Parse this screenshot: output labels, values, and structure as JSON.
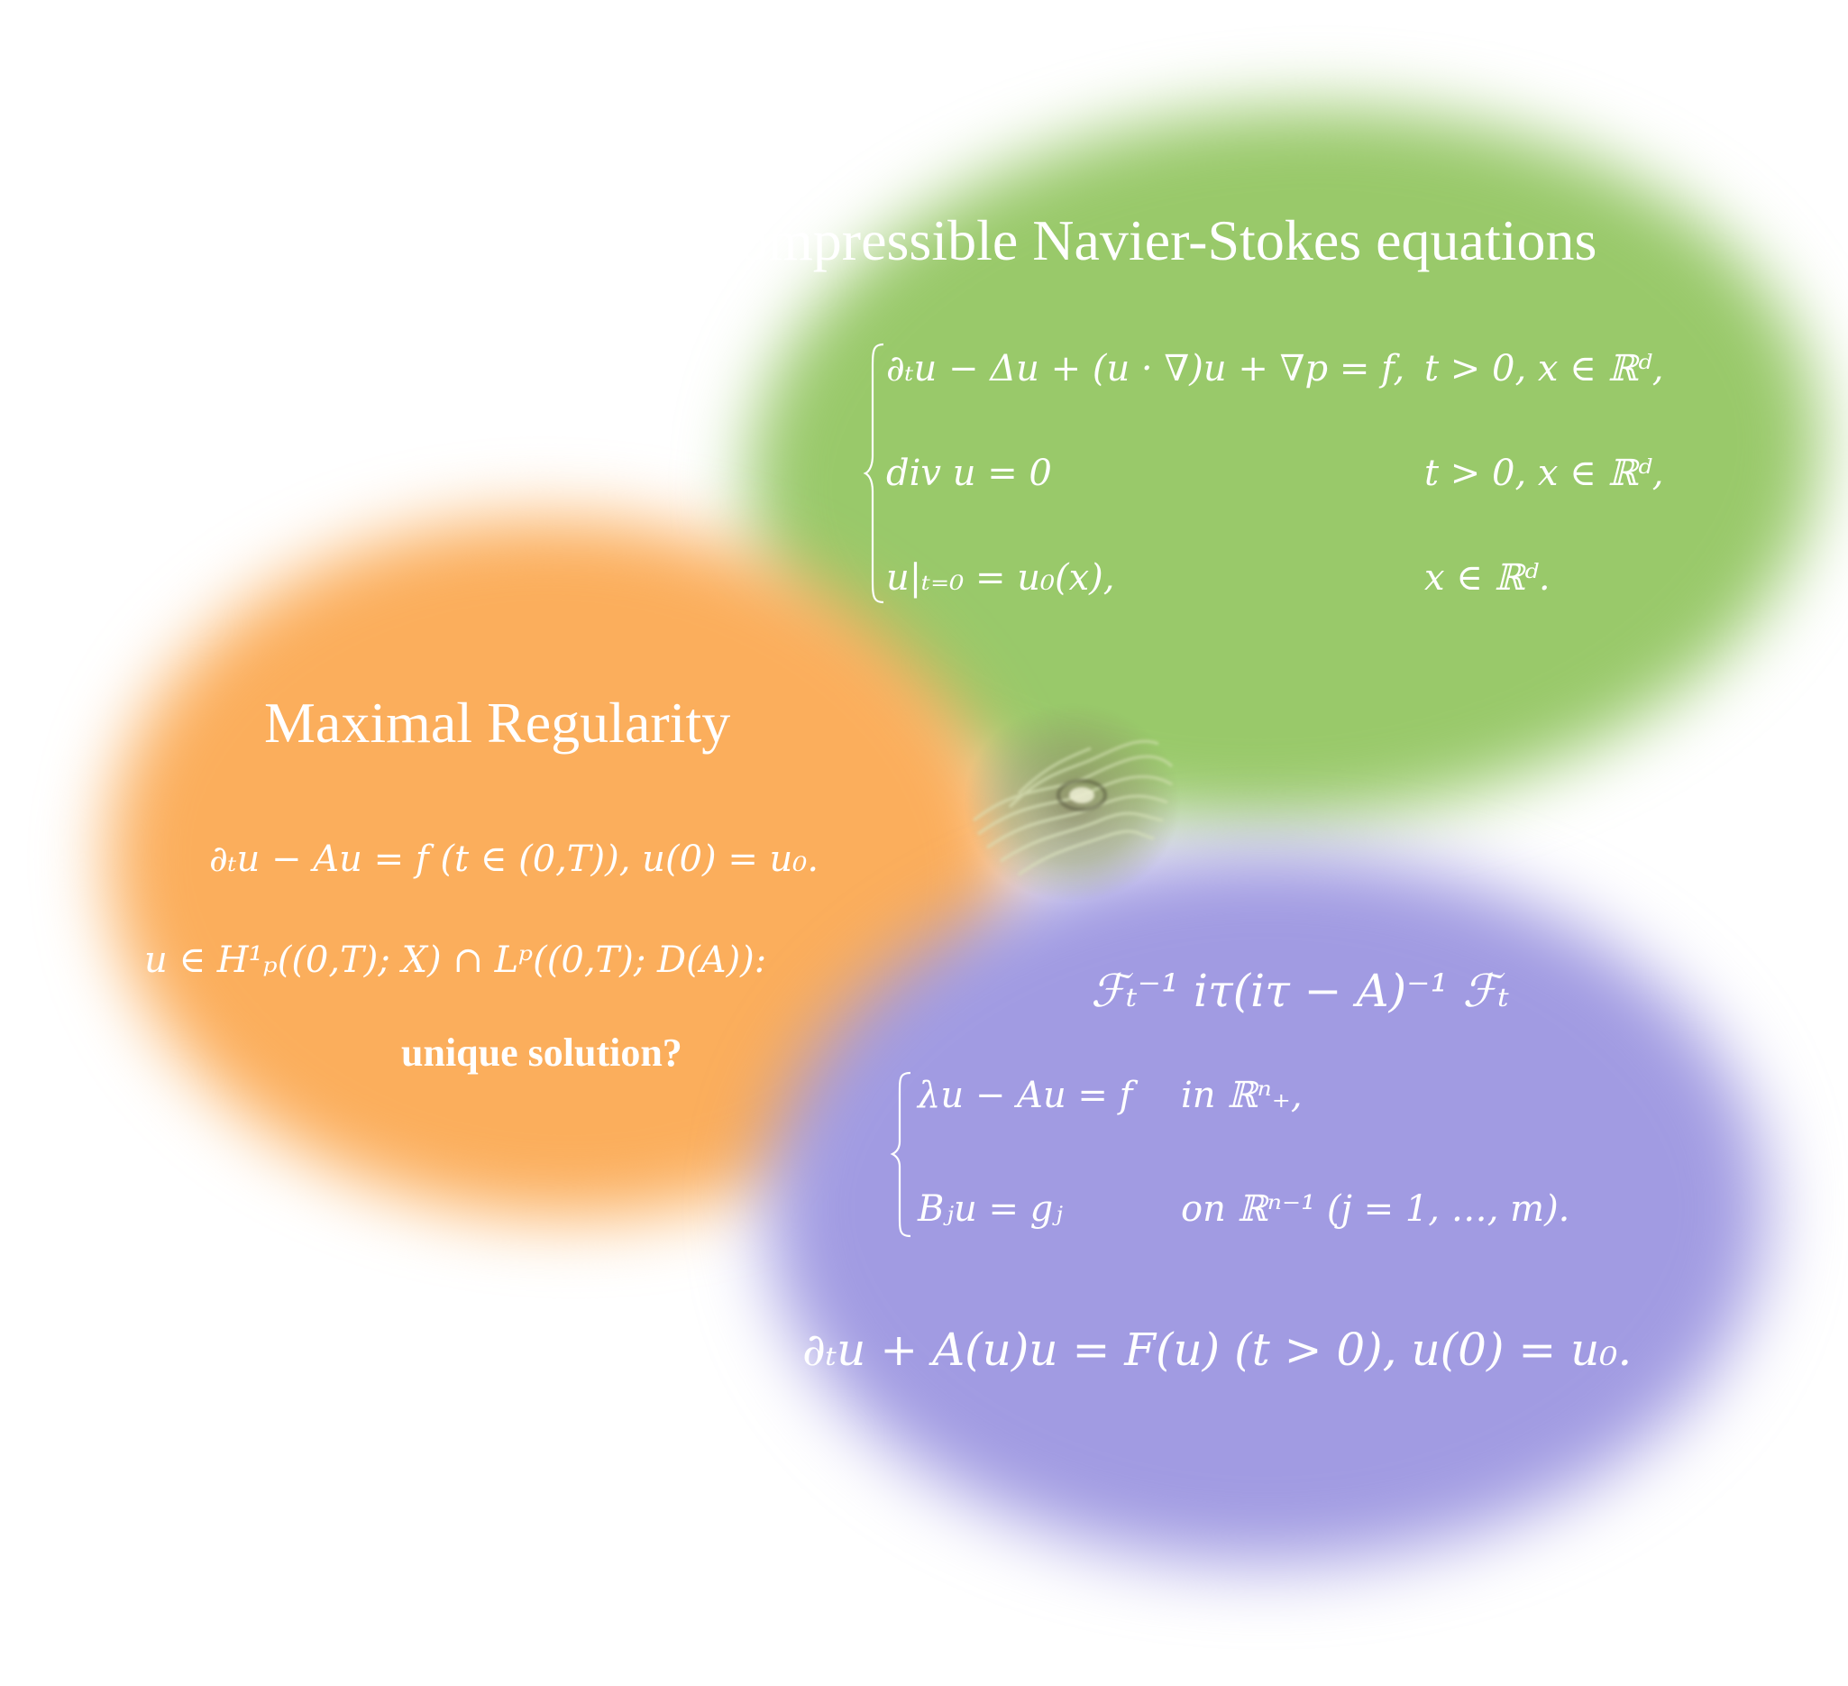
{
  "colors": {
    "green_region": "#99c96a",
    "orange_region": "#fbae5c",
    "purple_region": "#a19be2",
    "text": "#ffffff"
  },
  "green": {
    "title": "ompressible Navier-Stokes equations",
    "system": [
      {
        "eq": "∂ₜu − Δu + (u · ∇)u + ∇p = f,",
        "cond": "t > 0, x ∈ ℝᵈ,"
      },
      {
        "eq": "div u = 0",
        "cond": "t > 0, x ∈ ℝᵈ,"
      },
      {
        "eq": "u|ₜ₌₀ = u₀(x),",
        "cond": "x ∈ ℝᵈ."
      }
    ]
  },
  "orange": {
    "title": "Maximal Regularity",
    "eq1": "∂ₜu − Au = f   (t ∈ (0,T)),   u(0) = u₀.",
    "eq2": "u ∈ H¹ₚ((0,T); X) ∩ Lᵖ((0,T); D(A)):",
    "question": "unique solution?"
  },
  "purple": {
    "operator": "ℱₜ⁻¹ iτ(iτ − A)⁻¹ ℱₜ",
    "system": [
      {
        "eq": "λu − Au = f",
        "cond": "in ℝⁿ₊,"
      },
      {
        "eq": "Bⱼu = gⱼ",
        "cond": "on ℝⁿ⁻¹   (j = 1, …, m)."
      }
    ],
    "quasilinear": "∂ₜu + A(u)u = F(u)   (t > 0),   u(0) = u₀."
  }
}
